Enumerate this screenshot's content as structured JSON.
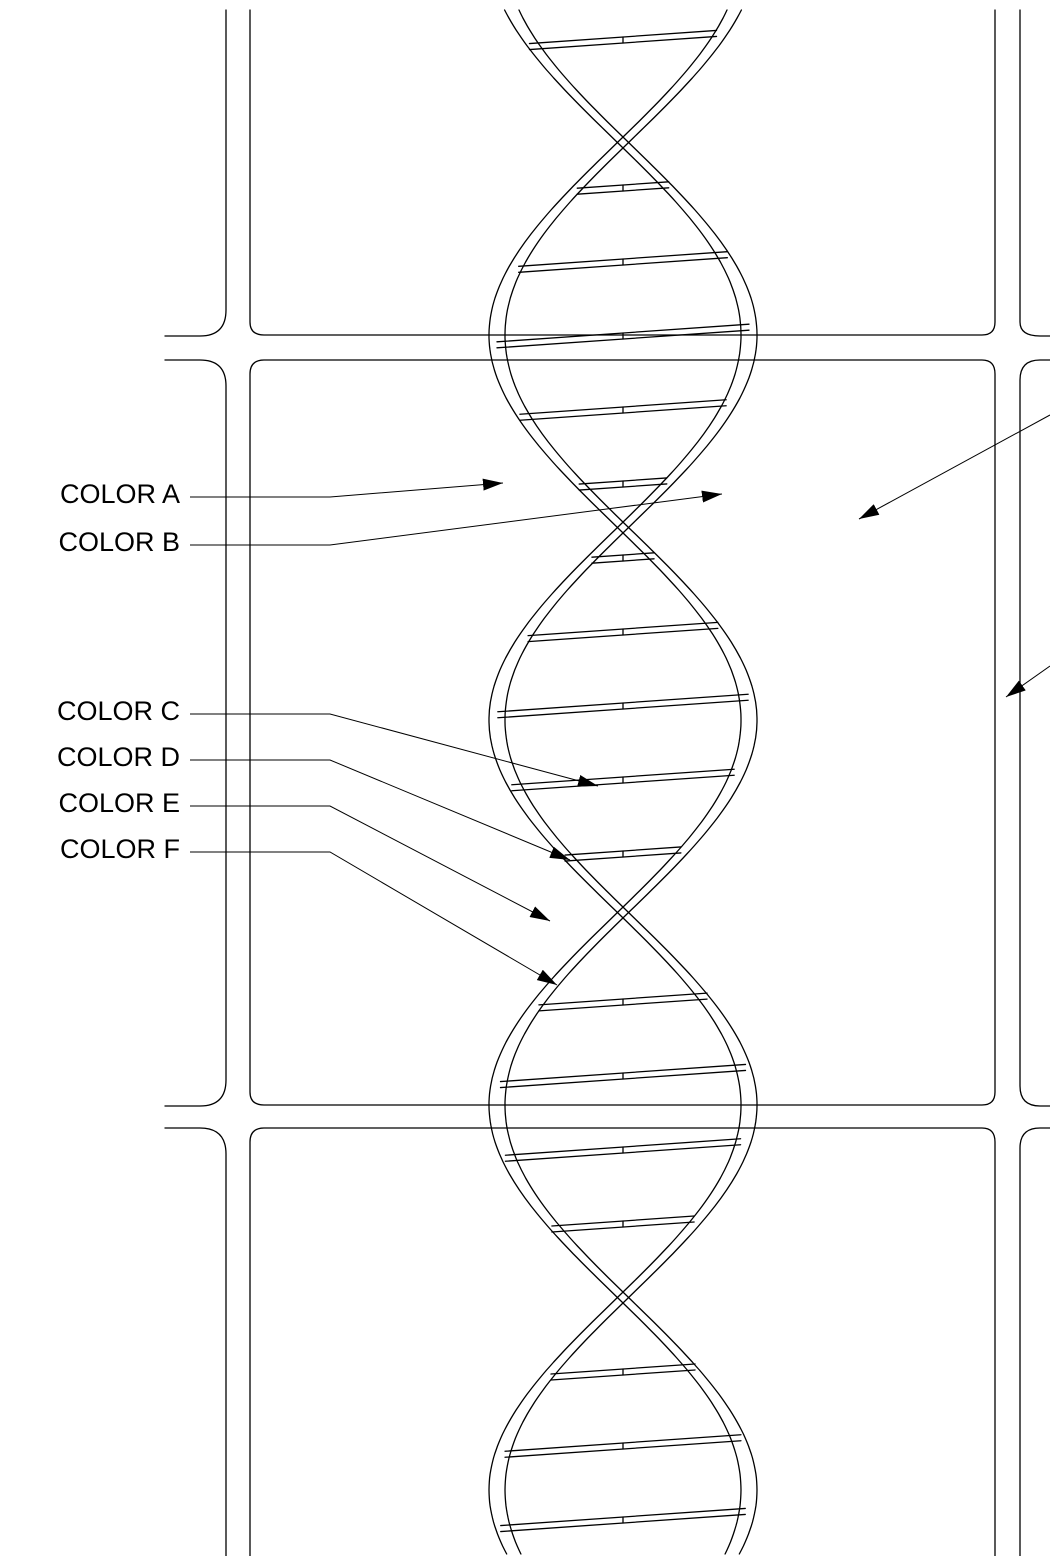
{
  "labels": [
    {
      "id": "a",
      "text": "COLOR A"
    },
    {
      "id": "b",
      "text": "COLOR B"
    },
    {
      "id": "c",
      "text": "COLOR C"
    },
    {
      "id": "d",
      "text": "COLOR D"
    },
    {
      "id": "e",
      "text": "COLOR E"
    },
    {
      "id": "f",
      "text": "COLOR F"
    }
  ],
  "colors": {
    "line": "#000000",
    "background": "#ffffff"
  }
}
